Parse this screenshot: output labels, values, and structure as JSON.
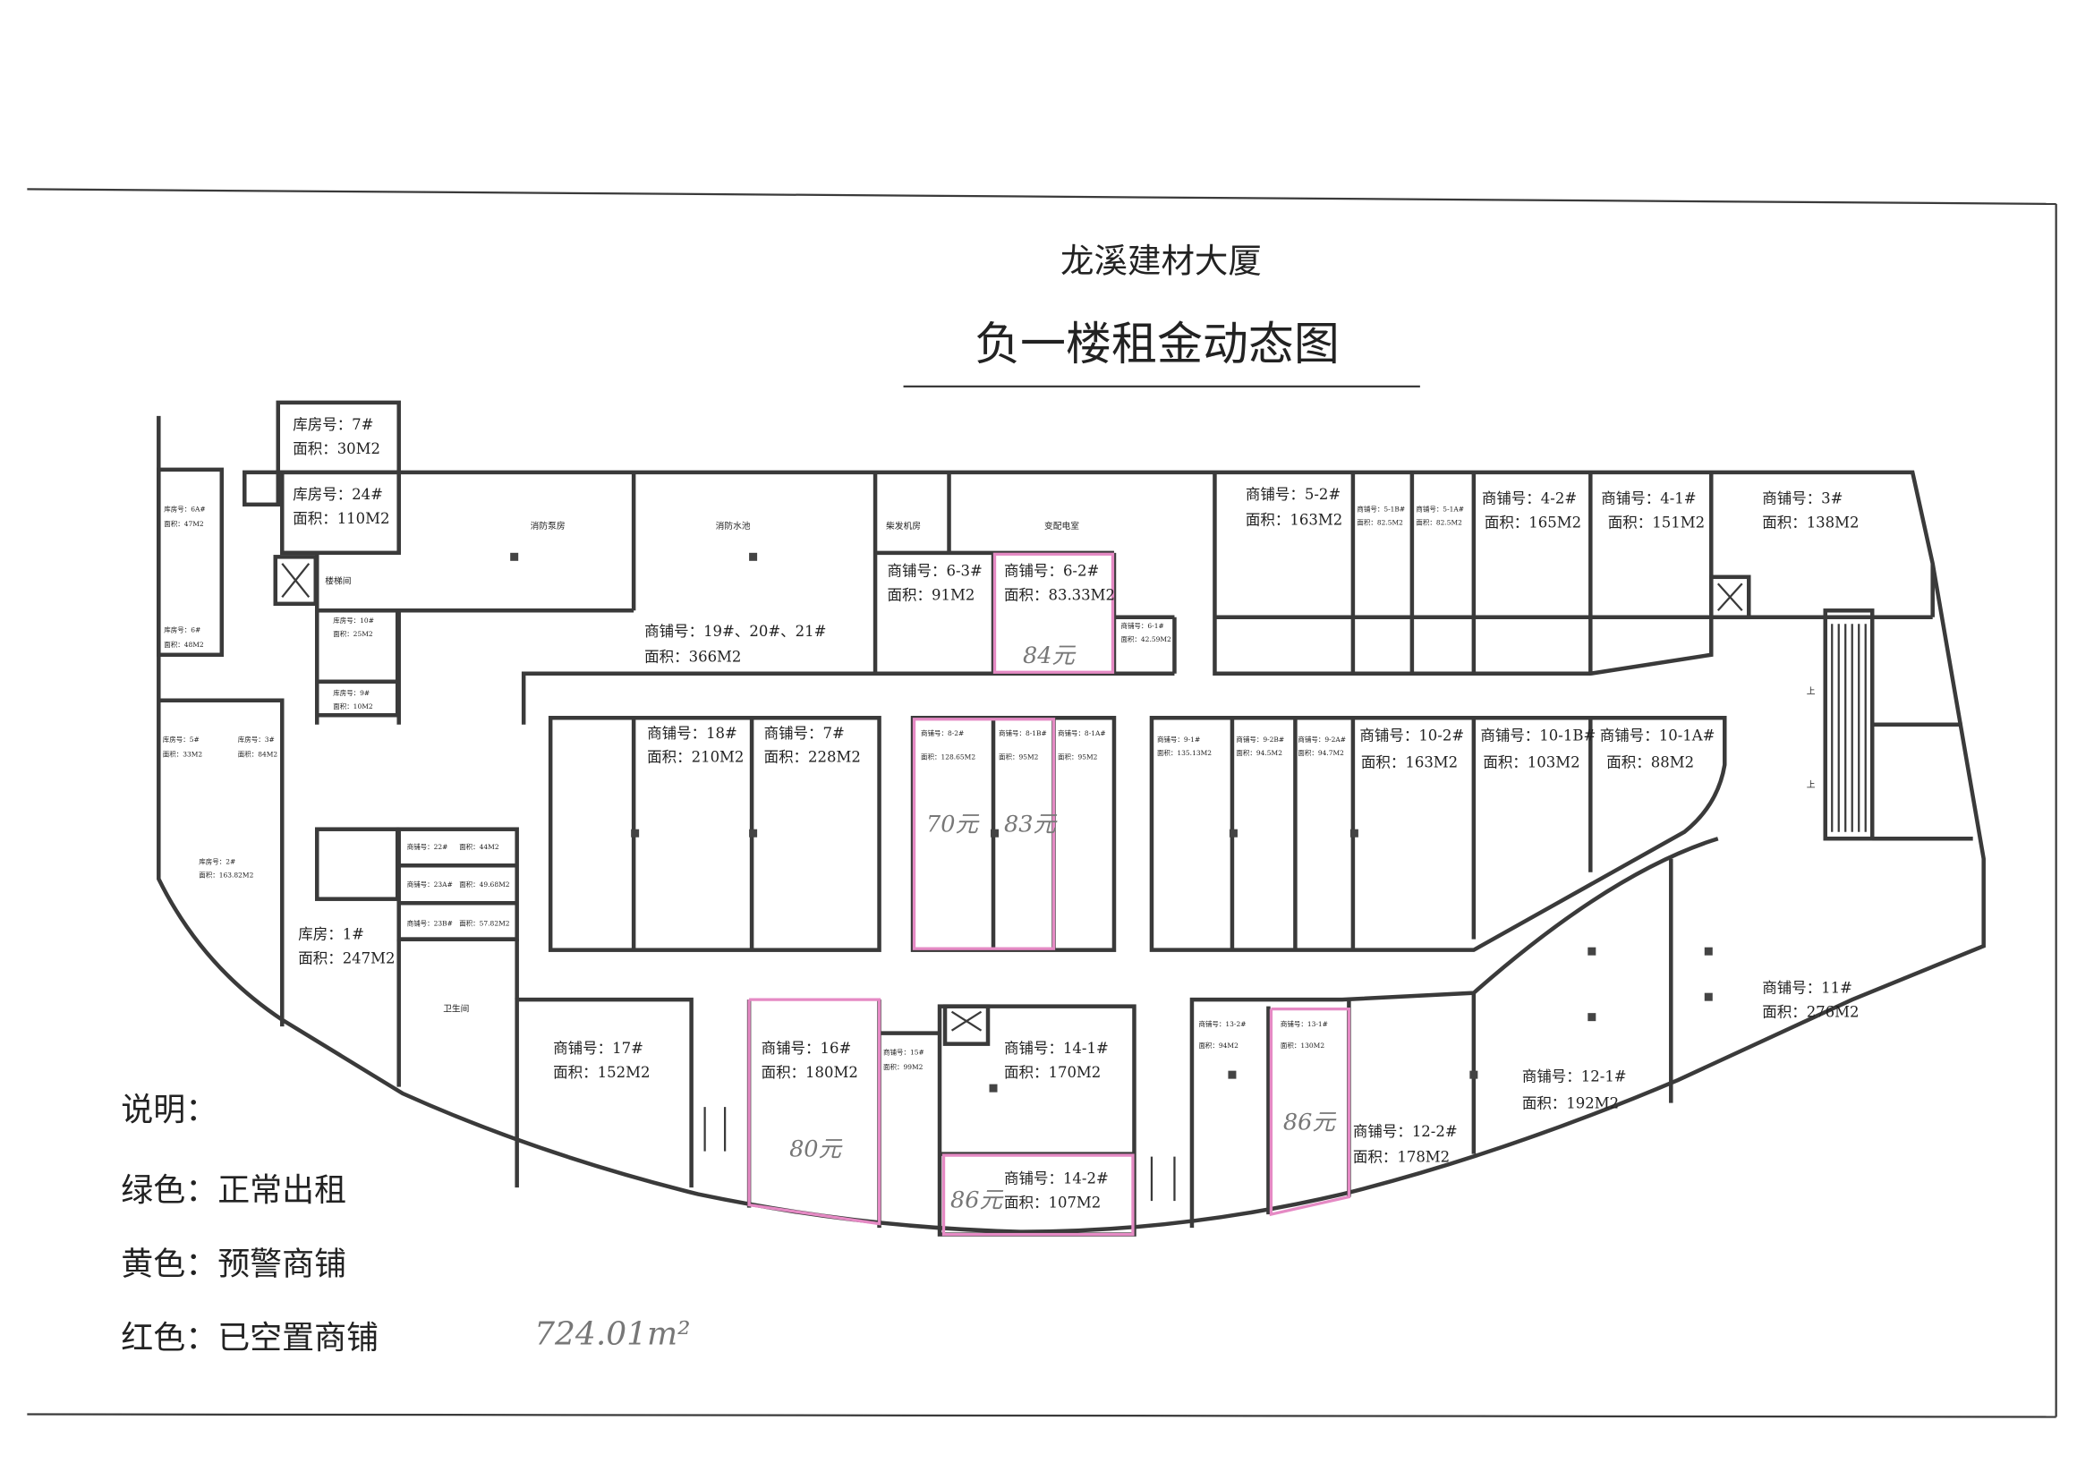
{
  "header": {
    "title": "龙溪建材大厦",
    "subtitle": "负一楼租金动态图"
  },
  "legend": {
    "heading": "说明：",
    "items": [
      "绿色：正常出租",
      "黄色：预警商铺",
      "红色：已空置商铺"
    ],
    "handwritten_total": "724.01m²"
  },
  "colors": {
    "vacant_outline": "#e58ac4",
    "wall": "#3a3a3a"
  },
  "facilities": {
    "fire_pump": "消防泵房",
    "fire_pool": "消防水池",
    "generator": "柴发机房",
    "substation": "变配电室",
    "stairwell": "楼梯间",
    "restroom": "卫生间",
    "up": "上"
  },
  "rooms": {
    "wh7": {
      "no": "库房号：7#",
      "area": "面积：30M2"
    },
    "wh24": {
      "no": "库房号：24#",
      "area": "面积：110M2"
    },
    "wh1": {
      "no": "库房：1#",
      "area": "面积：247M2"
    },
    "wh6a": {
      "no": "库房号：6A#",
      "area": "面积：47M2"
    },
    "wh6": {
      "no": "库房号：6#",
      "area": "面积：48M2"
    },
    "wh10": {
      "no": "库房号：10#",
      "area": "面积：25M2"
    },
    "wh9": {
      "no": "库房号：9#",
      "area": "面积：10M2"
    },
    "wh5": {
      "no": "库房号：5#",
      "area": "面积：33M2"
    },
    "wh3": {
      "no": "库房号：3#",
      "area": "面积：84M2"
    },
    "wh2": {
      "no": "库房号：2#",
      "area": "面积：163.82M2"
    },
    "s22": {
      "no": "商铺号：22#",
      "area": "面积：44M2"
    },
    "s23a": {
      "no": "商铺号：23A#",
      "area": "面积：49.68M2"
    },
    "s23b": {
      "no": "商铺号：23B#",
      "area": "面积：57.82M2"
    },
    "s6_3": {
      "no": "商铺号：6-3#",
      "area": "面积：91M2"
    },
    "s6_2": {
      "no": "商铺号：6-2#",
      "area": "面积：83.33M2"
    },
    "s6_1": {
      "no": "商铺号：6-1#",
      "area": "面积：42.59M2"
    },
    "s19": {
      "no": "商铺号：19#、20#、21#",
      "area": "面积：366M2"
    },
    "s5_2": {
      "no": "商铺号：5-2#",
      "area": "面积：163M2"
    },
    "s5_1b": {
      "no": "商铺号：5-1B#",
      "area": "面积：82.5M2"
    },
    "s5_1a": {
      "no": "商铺号：5-1A#",
      "area": "面积：82.5M2"
    },
    "s4_2": {
      "no": "商铺号：4-2#",
      "area": "面积：165M2"
    },
    "s4_1": {
      "no": "商铺号：4-1#",
      "area": "面积：151M2"
    },
    "s3": {
      "no": "商铺号：3#",
      "area": "面积：138M2"
    },
    "s18": {
      "no": "商铺号：18#",
      "area": "面积：210M2"
    },
    "s7": {
      "no": "商铺号：7#",
      "area": "面积：228M2"
    },
    "s8_2": {
      "no": "商铺号：8-2#",
      "area": "面积：128.65M2"
    },
    "s8_1b": {
      "no": "商铺号：8-1B#",
      "area": "面积：95M2"
    },
    "s8_1a": {
      "no": "商铺号：8-1A#",
      "area": "面积：95M2"
    },
    "s9_1": {
      "no": "商铺号：9-1#",
      "area": "面积：135.13M2"
    },
    "s9_2b": {
      "no": "商铺号：9-2B#",
      "area": "面积：94.5M2"
    },
    "s9_2a": {
      "no": "商铺号：9-2A#",
      "area": "面积：94.7M2"
    },
    "s10_2": {
      "no": "商铺号：10-2#",
      "area": "面积：163M2"
    },
    "s10_1b": {
      "no": "商铺号：10-1B#",
      "area": "面积：103M2"
    },
    "s10_1a": {
      "no": "商铺号：10-1A#",
      "area": "面积：88M2"
    },
    "s11": {
      "no": "商铺号：11#",
      "area": "面积：276M2"
    },
    "s12_1": {
      "no": "商铺号：12-1#",
      "area": "面积：192M2"
    },
    "s12_2": {
      "no": "商铺号：12-2#",
      "area": "面积：178M2"
    },
    "s13_2": {
      "no": "商铺号：13-2#",
      "area": "面积：94M2"
    },
    "s13_1": {
      "no": "商铺号：13-1#",
      "area": "面积：130M2"
    },
    "s14_1": {
      "no": "商铺号：14-1#",
      "area": "面积：170M2"
    },
    "s14_2": {
      "no": "商铺号：14-2#",
      "area": "面积：107M2"
    },
    "s15": {
      "no": "商铺号：15#",
      "area": "面积：99M2"
    },
    "s16": {
      "no": "商铺号：16#",
      "area": "面积：180M2"
    },
    "s17": {
      "no": "商铺号：17#",
      "area": "面积：152M2"
    }
  },
  "handwritten_rents": {
    "s6_2": "84元",
    "s8_2": "70元",
    "s8_1b": "83元",
    "s16": "80元",
    "s14_2": "86元",
    "s13_1": "86元"
  }
}
